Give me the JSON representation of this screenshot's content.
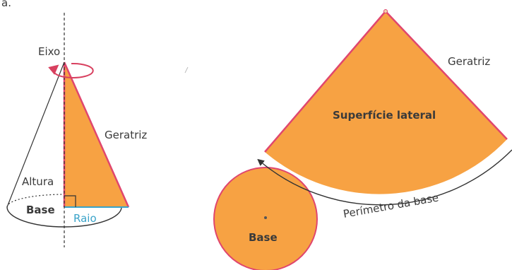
{
  "corner_fragment": "a.",
  "cone": {
    "axis_label": "Eixo",
    "generatrix_label": "Geratriz",
    "height_label": "Altura",
    "base_label": "Base",
    "radius_label": "Raio"
  },
  "net": {
    "generatrix_label": "Geratriz",
    "lateral_surface_label": "Superfície lateral",
    "perimeter_label": "Perímetro da base",
    "base_label": "Base"
  },
  "colors": {
    "fill": "#f7a243",
    "edge": "#e0466e",
    "line": "#333333",
    "radius_text": "#3aa3c9",
    "rotation_arrow": "#d8405f"
  }
}
